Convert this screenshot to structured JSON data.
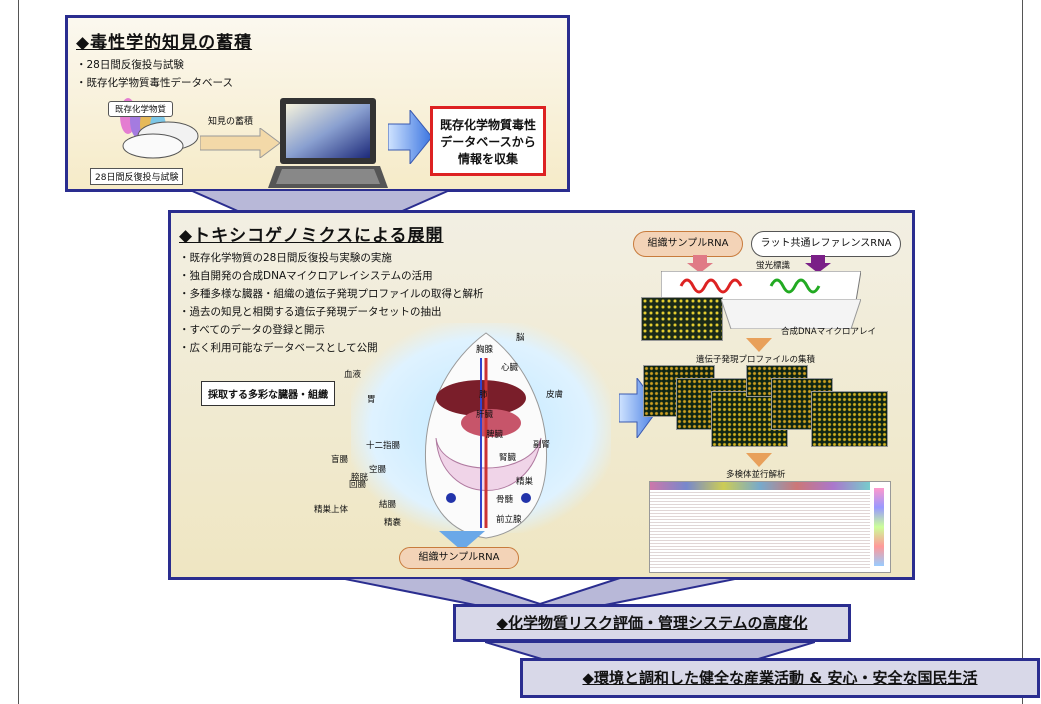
{
  "section1": {
    "title": "◆毒性学的知見の蓄積",
    "bullets": [
      "28日間反復投与試験",
      "既存化学物質毒性データベース"
    ],
    "label_chemicals": "既存化学物質",
    "label_accumulate": "知見の蓄積",
    "label_test": "28日間反復投与試験",
    "redbox": [
      "既存化学物質毒性",
      "データベースから",
      "情報を収集"
    ]
  },
  "section2": {
    "title": "◆トキシコゲノミクスによる展開",
    "bullets": [
      "既存化学物質の28日間反復投与実験の実施",
      "独自開発の合成DNAマイクロアレイシステムの活用",
      "多種多様な臓器・組織の遺伝子発現プロファイルの取得と解析",
      "過去の知見と相関する遺伝子発現データセットの抽出",
      "すべてのデータの登録と開示",
      "広く利用可能なデータベースとして公開"
    ],
    "organs_label": "採取する多彩な臓器・組織",
    "organs": [
      "脳",
      "胸腺",
      "心臓",
      "血液",
      "胃",
      "肺",
      "皮膚",
      "十二指腸",
      "肝臓",
      "脾臓",
      "空腸",
      "副腎",
      "腎臓",
      "回腸",
      "盲腸",
      "精巣",
      "膀胱",
      "結腸",
      "骨髄",
      "精巣上体",
      "精嚢",
      "前立腺"
    ],
    "tissue_rna": "組織サンプルRNA",
    "rna_tissue_oval": "組織サンプルRNA",
    "rna_ref_oval": "ラット共通レファレンスRNA",
    "fluor_label": "蛍光標識",
    "microarray_label": "合成DNAマイクロアレイ",
    "profile_label": "遺伝子発現プロファイルの集積",
    "analysis_label": "多検体並行解析"
  },
  "bar1": "◆化学物質リスク評価・管理システムの高度化",
  "bar2": "◆環境と調和した健全な産業活動 & 安心・安全な国民生活"
}
